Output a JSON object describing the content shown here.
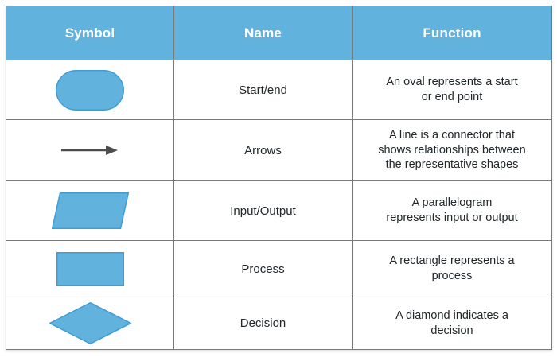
{
  "table": {
    "columns": [
      {
        "label": "Symbol"
      },
      {
        "label": "Name"
      },
      {
        "label": "Function"
      }
    ],
    "rows": [
      {
        "symbol": "oval",
        "name": "Start/end",
        "function": "An oval represents a start\nor end point"
      },
      {
        "symbol": "arrow",
        "name": "Arrows",
        "function": "A line is a connector that\nshows relationships between\nthe representative shapes"
      },
      {
        "symbol": "parallelogram",
        "name": "Input/Output",
        "function": "A parallelogram\nrepresents input or output"
      },
      {
        "symbol": "rectangle",
        "name": "Process",
        "function": "A rectangle represents a\nprocess"
      },
      {
        "symbol": "diamond",
        "name": "Decision",
        "function": "A diamond indicates a\ndecision"
      }
    ],
    "colors": {
      "header_bg": "#62B2DE",
      "header_text": "#FFFFFF",
      "shape_fill": "#62B2DE",
      "shape_stroke": "#3E9CD6",
      "arrow": "#4D4D4D",
      "border": "#7A7A7A",
      "text": "#21272A",
      "background": "#FFFFFF"
    }
  }
}
